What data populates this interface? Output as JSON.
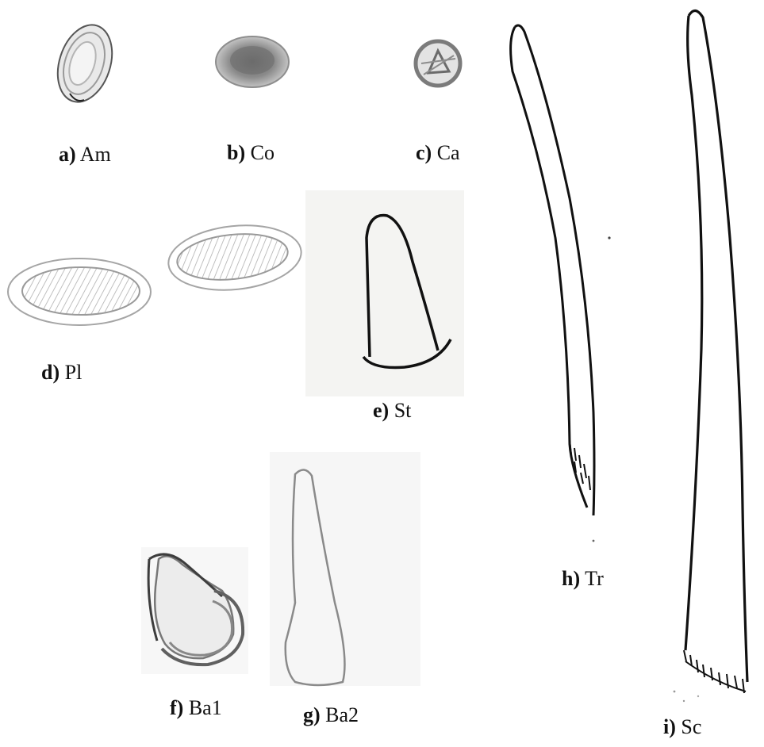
{
  "labels": {
    "a": {
      "letter": "a)",
      "code": "Am"
    },
    "b": {
      "letter": "b)",
      "code": "Co"
    },
    "c": {
      "letter": "c)",
      "code": "Ca"
    },
    "d": {
      "letter": "d)",
      "code": "Pl"
    },
    "e": {
      "letter": "e)",
      "code": "St"
    },
    "f": {
      "letter": "f)",
      "code": "Ba1"
    },
    "g": {
      "letter": "g)",
      "code": "Ba2"
    },
    "h": {
      "letter": "h)",
      "code": "Tr"
    },
    "i": {
      "letter": "i)",
      "code": "Sc"
    }
  },
  "colors": {
    "pencil_light": "#9a9a9a",
    "pencil_dark": "#4a4a4a",
    "pen_black": "#111111"
  }
}
